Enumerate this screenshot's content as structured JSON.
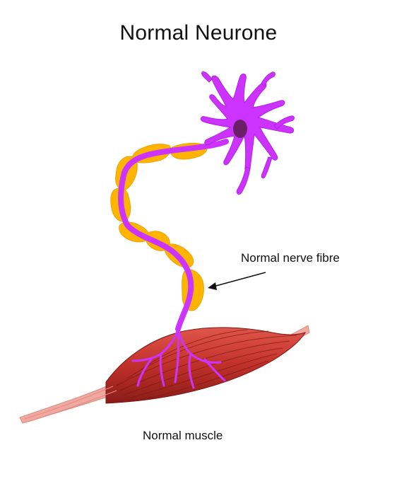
{
  "title": "Normal Neurone",
  "labels": {
    "nerve_fibre": "Normal nerve fibre",
    "muscle": "Normal muscle"
  },
  "colors": {
    "neuron": "#cc33ff",
    "nucleus": "#6a1f66",
    "myelin": "#ffb400",
    "muscle": "#c0302a",
    "muscle_dark": "#8a1c18",
    "tendon": "#f0a8a0",
    "arrow": "#111111"
  }
}
